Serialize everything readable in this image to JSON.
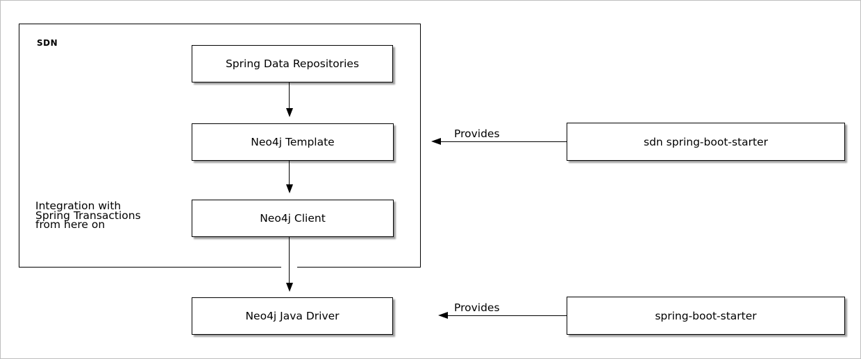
{
  "diagram": {
    "type": "architecture-block-diagram",
    "group": {
      "label": "SDN"
    },
    "nodes": [
      {
        "id": "spring-data-repositories",
        "label": "Spring Data Repositories",
        "inside_group": true
      },
      {
        "id": "neo4j-template",
        "label": "Neo4j Template",
        "inside_group": true
      },
      {
        "id": "neo4j-client",
        "label": "Neo4j Client",
        "inside_group": true
      },
      {
        "id": "neo4j-java-driver",
        "label": "Neo4j Java Driver",
        "inside_group": false
      },
      {
        "id": "sdn-spring-boot-starter",
        "label": "sdn spring-boot-starter",
        "inside_group": false
      },
      {
        "id": "spring-boot-starter",
        "label": "spring-boot-starter",
        "inside_group": false
      }
    ],
    "edges": [
      {
        "from": "spring-data-repositories",
        "to": "neo4j-template",
        "label": ""
      },
      {
        "from": "neo4j-template",
        "to": "neo4j-client",
        "label": ""
      },
      {
        "from": "neo4j-client",
        "to": "neo4j-java-driver",
        "label": ""
      },
      {
        "from": "sdn-spring-boot-starter",
        "to": "neo4j-template",
        "label": "Provides"
      },
      {
        "from": "spring-boot-starter",
        "to": "neo4j-java-driver",
        "label": "Provides"
      }
    ],
    "annotations": {
      "integration_note_lines": [
        "Integration with",
        "Spring Transactions",
        "from here on"
      ]
    },
    "colors": {
      "background": "#ffffff",
      "node_fill": "#ffffff",
      "line": "#000000",
      "text": "#000000",
      "shadow_gray": "#999999",
      "canvas_border": "#bdbdbd"
    }
  }
}
